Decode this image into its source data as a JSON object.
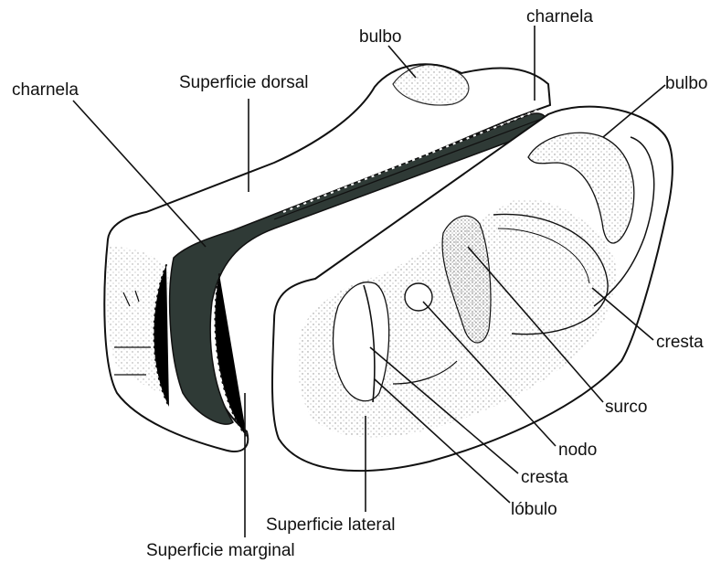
{
  "labels": {
    "charnela_left": "charnela",
    "superficie_dorsal": "Superficie dorsal",
    "bulbo_top": "bulbo",
    "charnela_right": "charnela",
    "bulbo_right": "bulbo",
    "cresta_right": "cresta",
    "surco": "surco",
    "nodo": "nodo",
    "cresta_center": "cresta",
    "lobulo": "lóbulo",
    "superficie_lateral": "Superficie lateral",
    "superficie_marginal": "Superficie marginal"
  },
  "colors": {
    "ink": "#111111",
    "dark_face": "#2f3a36",
    "stipple": "#9a9a9a",
    "paper": "#ffffff"
  }
}
